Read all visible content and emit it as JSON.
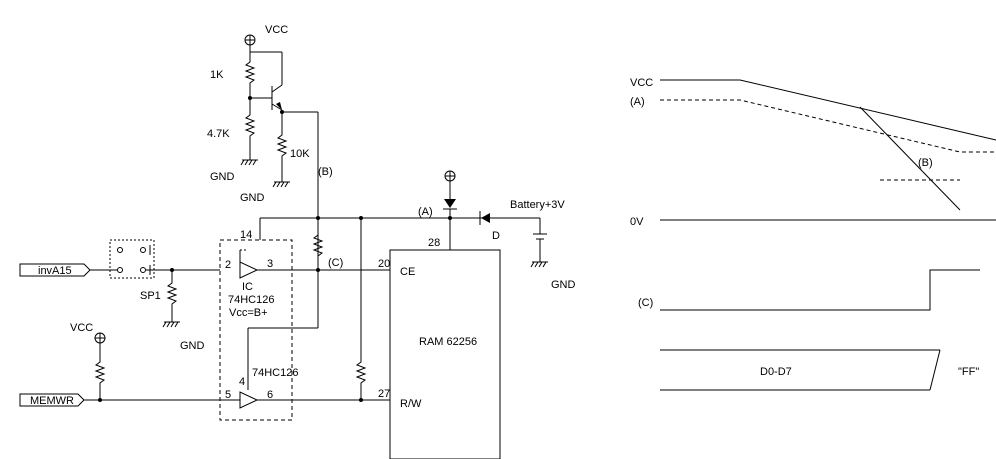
{
  "schematic": {
    "vcc_top": "VCC",
    "r_1k": "1K",
    "r_4k7": "4.7K",
    "r_10k": "10K",
    "gnd_left": "GND",
    "gnd_right": "GND",
    "node_b": "(B)",
    "node_a": "(A)",
    "node_c": "(C)",
    "battery": "Battery+3V",
    "diode": "D",
    "gnd_battery": "GND",
    "pin_14": "14",
    "pin_28": "28",
    "pin_2": "2",
    "pin_3": "3",
    "pin_20": "20",
    "ce": "CE",
    "ic_label": "IC",
    "ic_part_1": "74HC126",
    "ic_vcc": "Vcc=B+",
    "ic_part_2": "74HC126",
    "pin_4": "4",
    "pin_5": "5",
    "pin_6": "6",
    "pin_27": "27",
    "rw": "R/W",
    "ram": "RAM 62256",
    "invA15": "invA15",
    "sp1": "SP1",
    "gnd_sp1": "GND",
    "vcc_memwr": "VCC",
    "memwr": "MEMWR"
  },
  "timing": {
    "vcc": "VCC",
    "a": "(A)",
    "b": "(B)",
    "zero_v": "0V",
    "c": "(C)",
    "data": "D0-D7",
    "ff": "\"FF\""
  }
}
